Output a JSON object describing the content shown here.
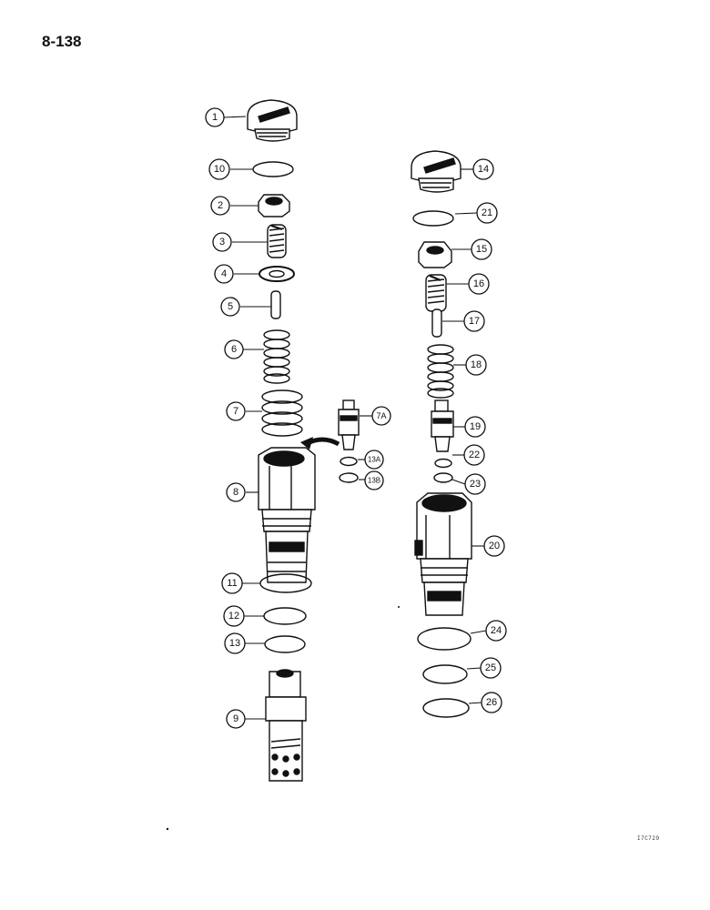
{
  "page": {
    "page_number": "8-138",
    "figure_code": "I7C729"
  },
  "callouts": [
    {
      "id": "1",
      "label": "1"
    },
    {
      "id": "10",
      "label": "10"
    },
    {
      "id": "2",
      "label": "2"
    },
    {
      "id": "3",
      "label": "3"
    },
    {
      "id": "4",
      "label": "4"
    },
    {
      "id": "5",
      "label": "5"
    },
    {
      "id": "6",
      "label": "6"
    },
    {
      "id": "7",
      "label": "7"
    },
    {
      "id": "7A",
      "label": "7A"
    },
    {
      "id": "13A",
      "label": "13A"
    },
    {
      "id": "13B",
      "label": "13B"
    },
    {
      "id": "8",
      "label": "8"
    },
    {
      "id": "11",
      "label": "11"
    },
    {
      "id": "12",
      "label": "12"
    },
    {
      "id": "13",
      "label": "13"
    },
    {
      "id": "9",
      "label": "9"
    },
    {
      "id": "14",
      "label": "14"
    },
    {
      "id": "21",
      "label": "21"
    },
    {
      "id": "15",
      "label": "15"
    },
    {
      "id": "16",
      "label": "16"
    },
    {
      "id": "17",
      "label": "17"
    },
    {
      "id": "18",
      "label": "18"
    },
    {
      "id": "19",
      "label": "19"
    },
    {
      "id": "22",
      "label": "22"
    },
    {
      "id": "23",
      "label": "23"
    },
    {
      "id": "20",
      "label": "20"
    },
    {
      "id": "24",
      "label": "24"
    },
    {
      "id": "25",
      "label": "25"
    },
    {
      "id": "26",
      "label": "26"
    }
  ]
}
